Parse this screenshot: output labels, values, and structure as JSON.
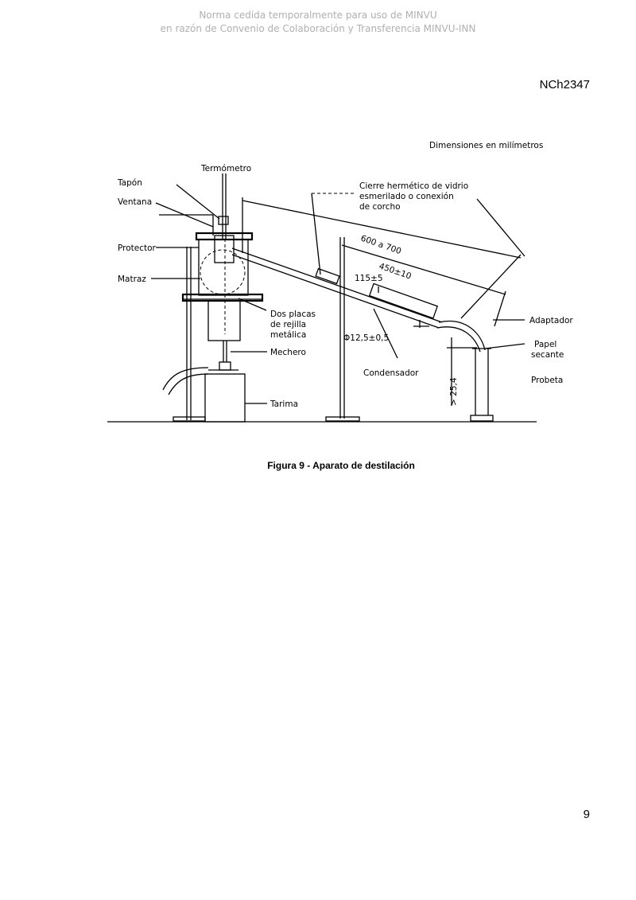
{
  "watermark": {
    "line1": "Norma cedida temporalmente para uso de MINVU",
    "line2": "en razón de Convenio de Colaboración y Transferencia MINVU-INN"
  },
  "header": {
    "standard_code": "NCh2347"
  },
  "figure": {
    "dimensions_note": "Dimensiones en milímetros",
    "labels": {
      "termometro": "Termómetro",
      "tapon": "Tapón",
      "ventana": "Ventana",
      "protector": "Protector",
      "matraz": "Matraz",
      "placas_line1": "Dos placas",
      "placas_line2": "de rejilla",
      "placas_line3": "metálica",
      "mechero": "Mechero",
      "tarima": "Tarima",
      "cierre_line1": "Cierre hermético de vidrio",
      "cierre_line2": "esmerilado o conexión",
      "cierre_line3": "de corcho",
      "condensador": "Condensador",
      "adaptador": "Adaptador",
      "papel_line1": "Papel",
      "papel_line2": "secante",
      "probeta": "Probeta"
    },
    "dimensions": {
      "overall": "600 a 700",
      "condenser": "450±10",
      "joint": "115±5",
      "diameter": "Φ12,5±0,5",
      "height": "> 25,4"
    },
    "caption": "Figura 9 - Aparato de destilación"
  },
  "footer": {
    "page_number": "9"
  }
}
